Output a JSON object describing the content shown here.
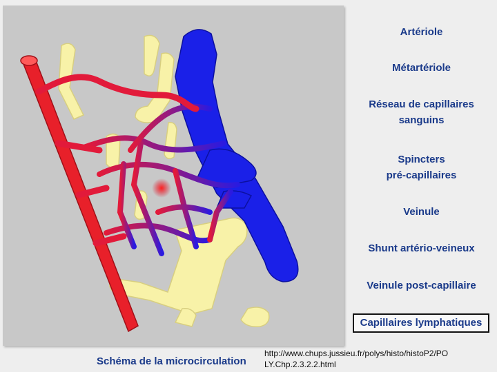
{
  "legend": {
    "arteriole": "Artériole",
    "metarteriole": "Métartériole",
    "capillary_network_line1": "Réseau de capillaires",
    "capillary_network_line2": "sanguins",
    "sphincters_line1": "Spincters",
    "sphincters_line2": "pré-capillaires",
    "venule": "Veinule",
    "shunt": "Shunt artério-veineux",
    "postcapillary_venule": "Veinule post-capillaire",
    "lymphatic_capillaries": "Capillaires lymphatiques"
  },
  "caption": "Schéma de la microcirculation",
  "source": {
    "line1": "http://www.chups.jussieu.fr/polys/histo/histoP2/PO",
    "line2": "LY.Chp.2.3.2.2.html"
  },
  "colors": {
    "background": "#c8c8c8",
    "artery": "#e8202a",
    "vein": "#1a20e8",
    "lymphatic": "#f8f2a8",
    "label_text": "#1a3a8a"
  }
}
